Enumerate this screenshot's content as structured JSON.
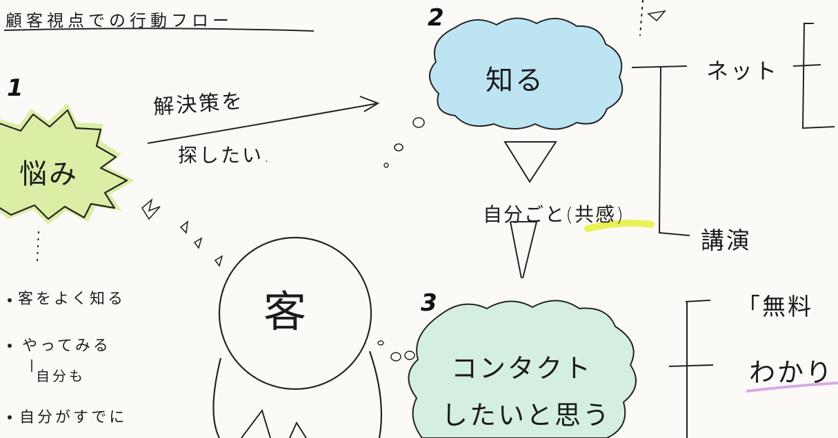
{
  "title": "顧客視点での行動フロー",
  "steps": [
    {
      "number": "1",
      "label": "悩み"
    },
    {
      "number": "2",
      "label": "知る"
    },
    {
      "number": "3",
      "label": "コンタクト",
      "label2": "したいと思う"
    }
  ],
  "arrow_text": {
    "line1": "解決策を",
    "line2": "探したい."
  },
  "customer": "客",
  "empathy": {
    "prefix": "自分ごと(",
    "highlight": "共感",
    "suffix": ")"
  },
  "channels": {
    "net": "ネット",
    "lecture": "講演"
  },
  "right_texts": {
    "free": "「無料",
    "easy": "わかり"
  },
  "bullets": [
    {
      "text": "客をよく知る"
    },
    {
      "text": "やってみる",
      "sub": "自分も"
    },
    {
      "text": "自分がすでに"
    }
  ],
  "colors": {
    "green": "#c8e87a",
    "blue": "#9fd6ef",
    "mint": "#c9ecd8",
    "yellow": "#e8ef45",
    "pink": "#d8a8e6"
  }
}
